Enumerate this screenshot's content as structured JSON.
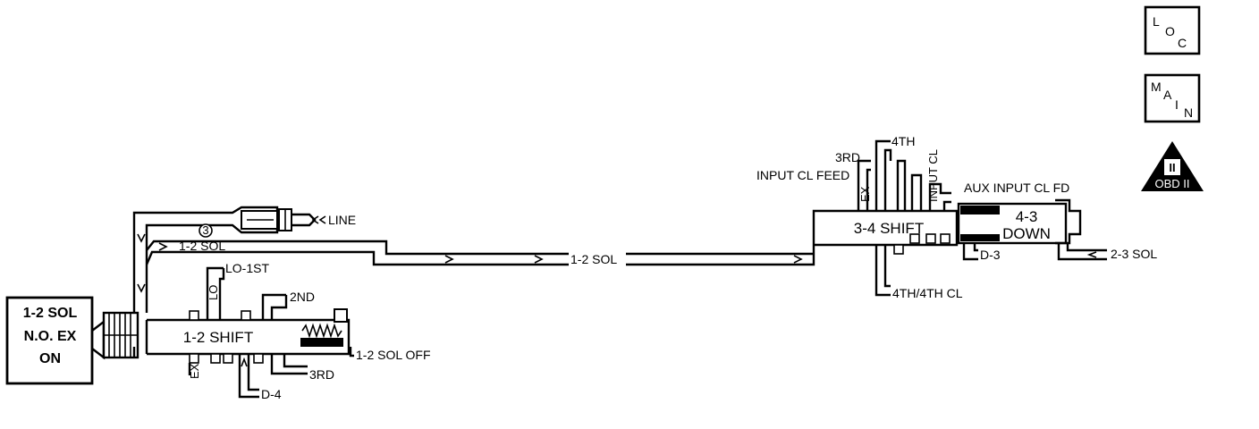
{
  "diagram": {
    "solenoid": {
      "line1": "1-2 SOL",
      "line2": "N.O. EX",
      "line3": "ON"
    },
    "valves": {
      "shift_12": "1-2 SHIFT",
      "shift_34": "3-4 SHIFT",
      "down_43_line1": "4-3",
      "down_43_line2": "DOWN"
    },
    "labels": {
      "line": "LINE",
      "sol12_top": "1-2 SOL",
      "sol12_mid": "1-2 SOL",
      "lo_1st": "LO-1ST",
      "lo": "LO",
      "second": "2ND",
      "third_bottom": "3RD",
      "sol12_off": "1-2 SOL OFF",
      "d4": "D-4",
      "ex_left": "EX",
      "third_top": "3RD",
      "fourth": "4TH",
      "input_cl_feed": "INPUT CL FEED",
      "ex_right": "EX",
      "input_cl": "INPUT CL",
      "aux_input_cl_fd": "AUX INPUT CL FD",
      "fourth_cl": "4TH/4TH CL",
      "d3": "D-3",
      "sol23": "2-3 SOL",
      "circle_num": "3"
    },
    "legend": {
      "loc_l": "L",
      "loc_o": "O",
      "loc_c": "C",
      "main_m": "M",
      "main_a": "A",
      "main_i": "I",
      "main_n": "N",
      "obd_numeral": "II",
      "obd_text": "OBD II"
    }
  }
}
